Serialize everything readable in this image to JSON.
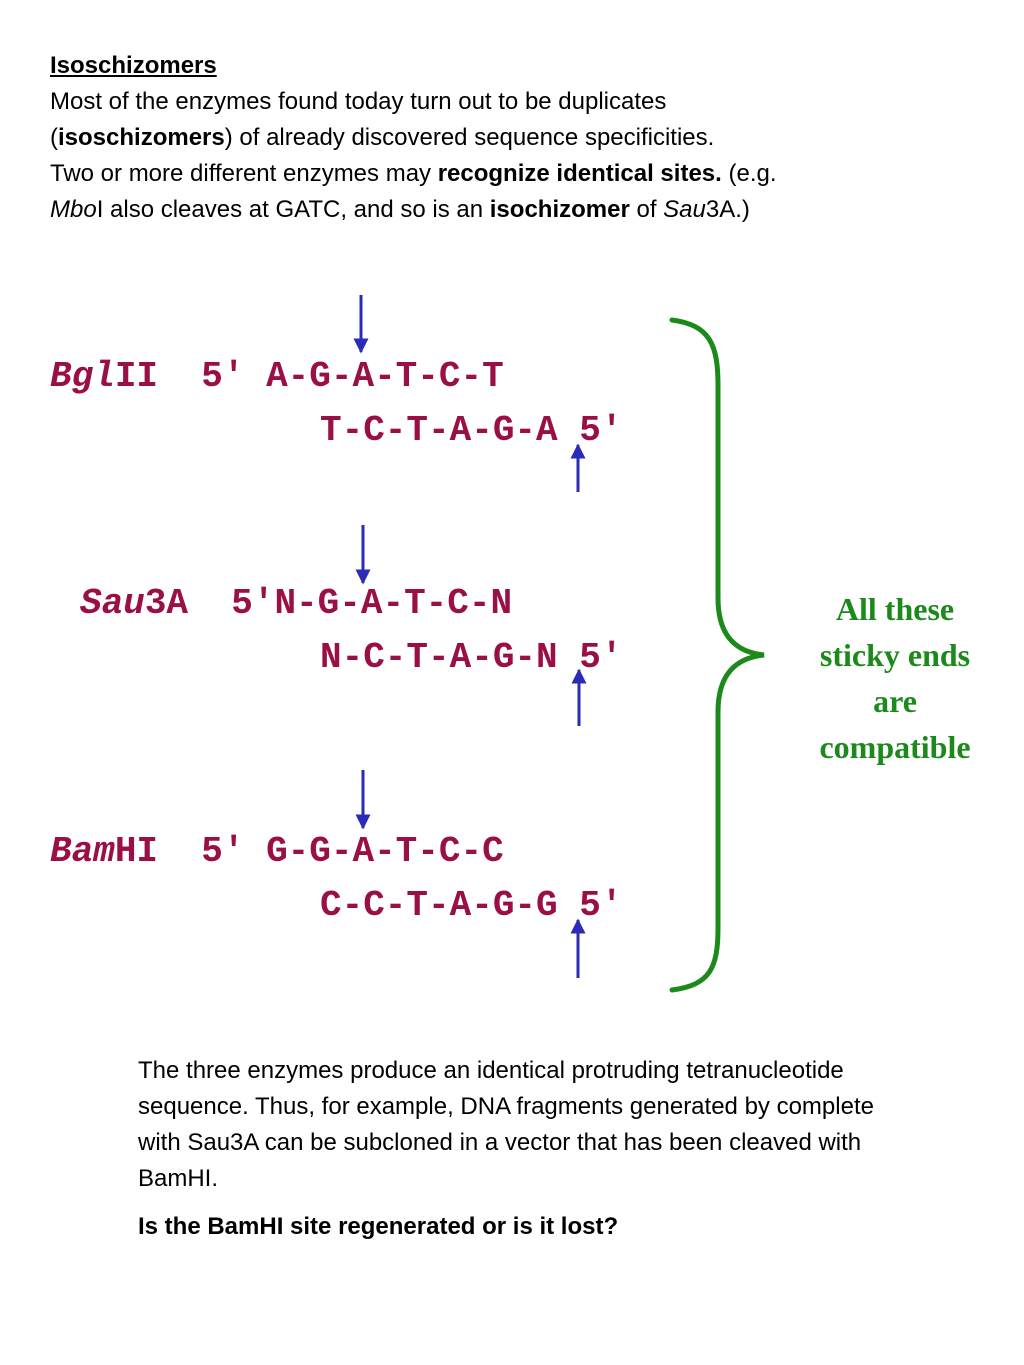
{
  "heading": "Isoschizomers",
  "intro": {
    "line1": "Most of the enzymes found today turn out to be duplicates",
    "line2_open": "(",
    "line2_term": "isoschizomers",
    "line2_rest": ") of already discovered sequence specificities.",
    "line3_plain": "Two or more different enzymes may ",
    "line3_bold": "recognize identical sites.",
    "line3_end": " (e.g.",
    "line4_enzyme_italic": "Mbo",
    "line4_enzyme_roman": "I",
    "line4_mid": " also cleaves at GATC, and so is an ",
    "line4_term": "isochizomer",
    "line4_of": " of ",
    "line4_sau_italic": "Sau",
    "line4_sau_rest": "3A.)"
  },
  "enzymes": [
    {
      "name_italic": "Bgl",
      "name_roman": "II",
      "top_prefix": "  5′ ",
      "top_strand": "A-G-A-T-C-T",
      "bottom_strand": "T-C-T-A-G-A 5′"
    },
    {
      "name_italic": "Sau",
      "name_roman": "3A",
      "top_prefix": "  5′",
      "top_strand": "N-G-A-T-C-N",
      "bottom_strand": "N-C-T-A-G-N 5′"
    },
    {
      "name_italic": "Bam",
      "name_roman": "HI",
      "top_prefix": "  5′ ",
      "top_strand": "G-G-A-T-C-C",
      "bottom_strand": "C-C-T-A-G-G 5′"
    }
  ],
  "compatibility_note": {
    "line1": "All these",
    "line2": "sticky ends",
    "line3": "are",
    "line4": "compatible"
  },
  "footer": {
    "paragraph": "The three enzymes produce an identical protruding tetranucleotide sequence. Thus, for example, DNA fragments generated by complete with Sau3A  can be subcloned in a vector that has been cleaved with BamHI.",
    "question": "Is the BamHI site regenerated or is it lost?"
  },
  "colors": {
    "sequence": "#9a1046",
    "arrow": "#2b2bb8",
    "brace": "#1b8a1b",
    "text": "#000000"
  }
}
